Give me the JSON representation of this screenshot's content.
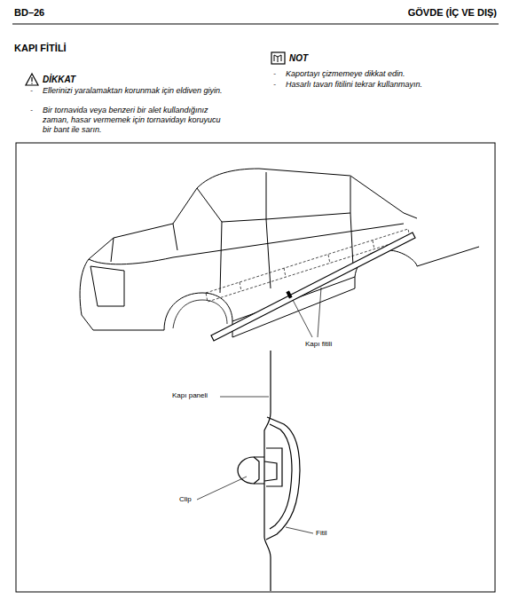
{
  "diagram": {
    "title": "KAPI FİTİLİ",
    "labels": [
      "BD–26",
      "GÖVDE (İÇ VE DIŞ)",
      "DİKKAT",
      "-",
      "Ellerinizi yaralamaktan korunmak için eldiven giyin.",
      "-",
      "Bir tornavida veya benzeri bir alet kullandığınız zaman, hasar vermemek için tornavidayı koruyucu bir bant ile sarın.",
      "NOT",
      "-",
      "Kaportayı çizmemeye dikkat edin.",
      "-",
      "Hasarlı tavan fitilini tekrar kullanmayın.",
      "Kapı fitili",
      "Kapı paneli",
      "Clip",
      "Fitil"
    ]
  }
}
